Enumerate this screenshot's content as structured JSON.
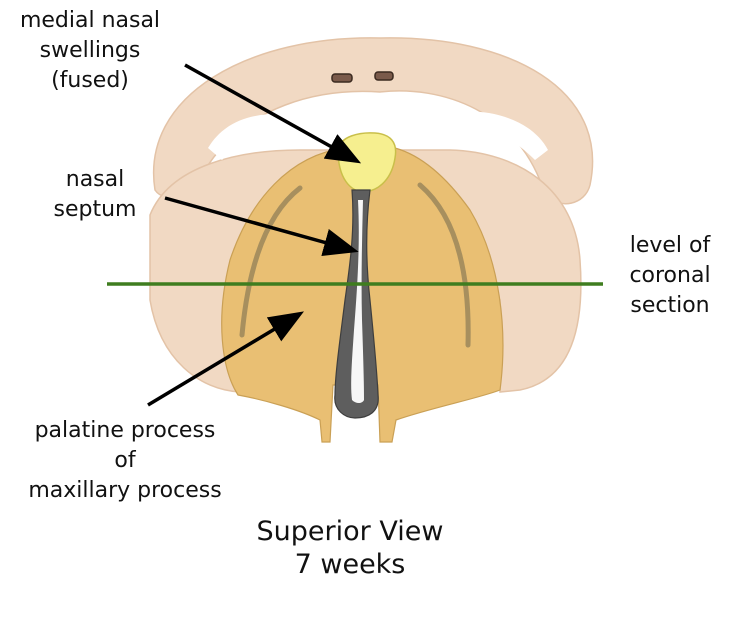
{
  "labels": {
    "medial_nasal": [
      "medial nasal",
      "swellings",
      "(fused)"
    ],
    "nasal_septum": [
      "nasal",
      "septum"
    ],
    "coronal_level": [
      "level of",
      "coronal",
      "section"
    ],
    "palatine": [
      "palatine process",
      "of",
      "maxillary process"
    ]
  },
  "caption": [
    "Superior View",
    "7 weeks"
  ],
  "colors": {
    "tissue_pink": "#f1d9c3",
    "palatine_gold": "#e9bf73",
    "fused_swelling_yellow": "#f6ef8f",
    "septum_gray": "#5e5e5e",
    "section_line_green": "#3f7d1f",
    "arrow_black": "#000000"
  }
}
